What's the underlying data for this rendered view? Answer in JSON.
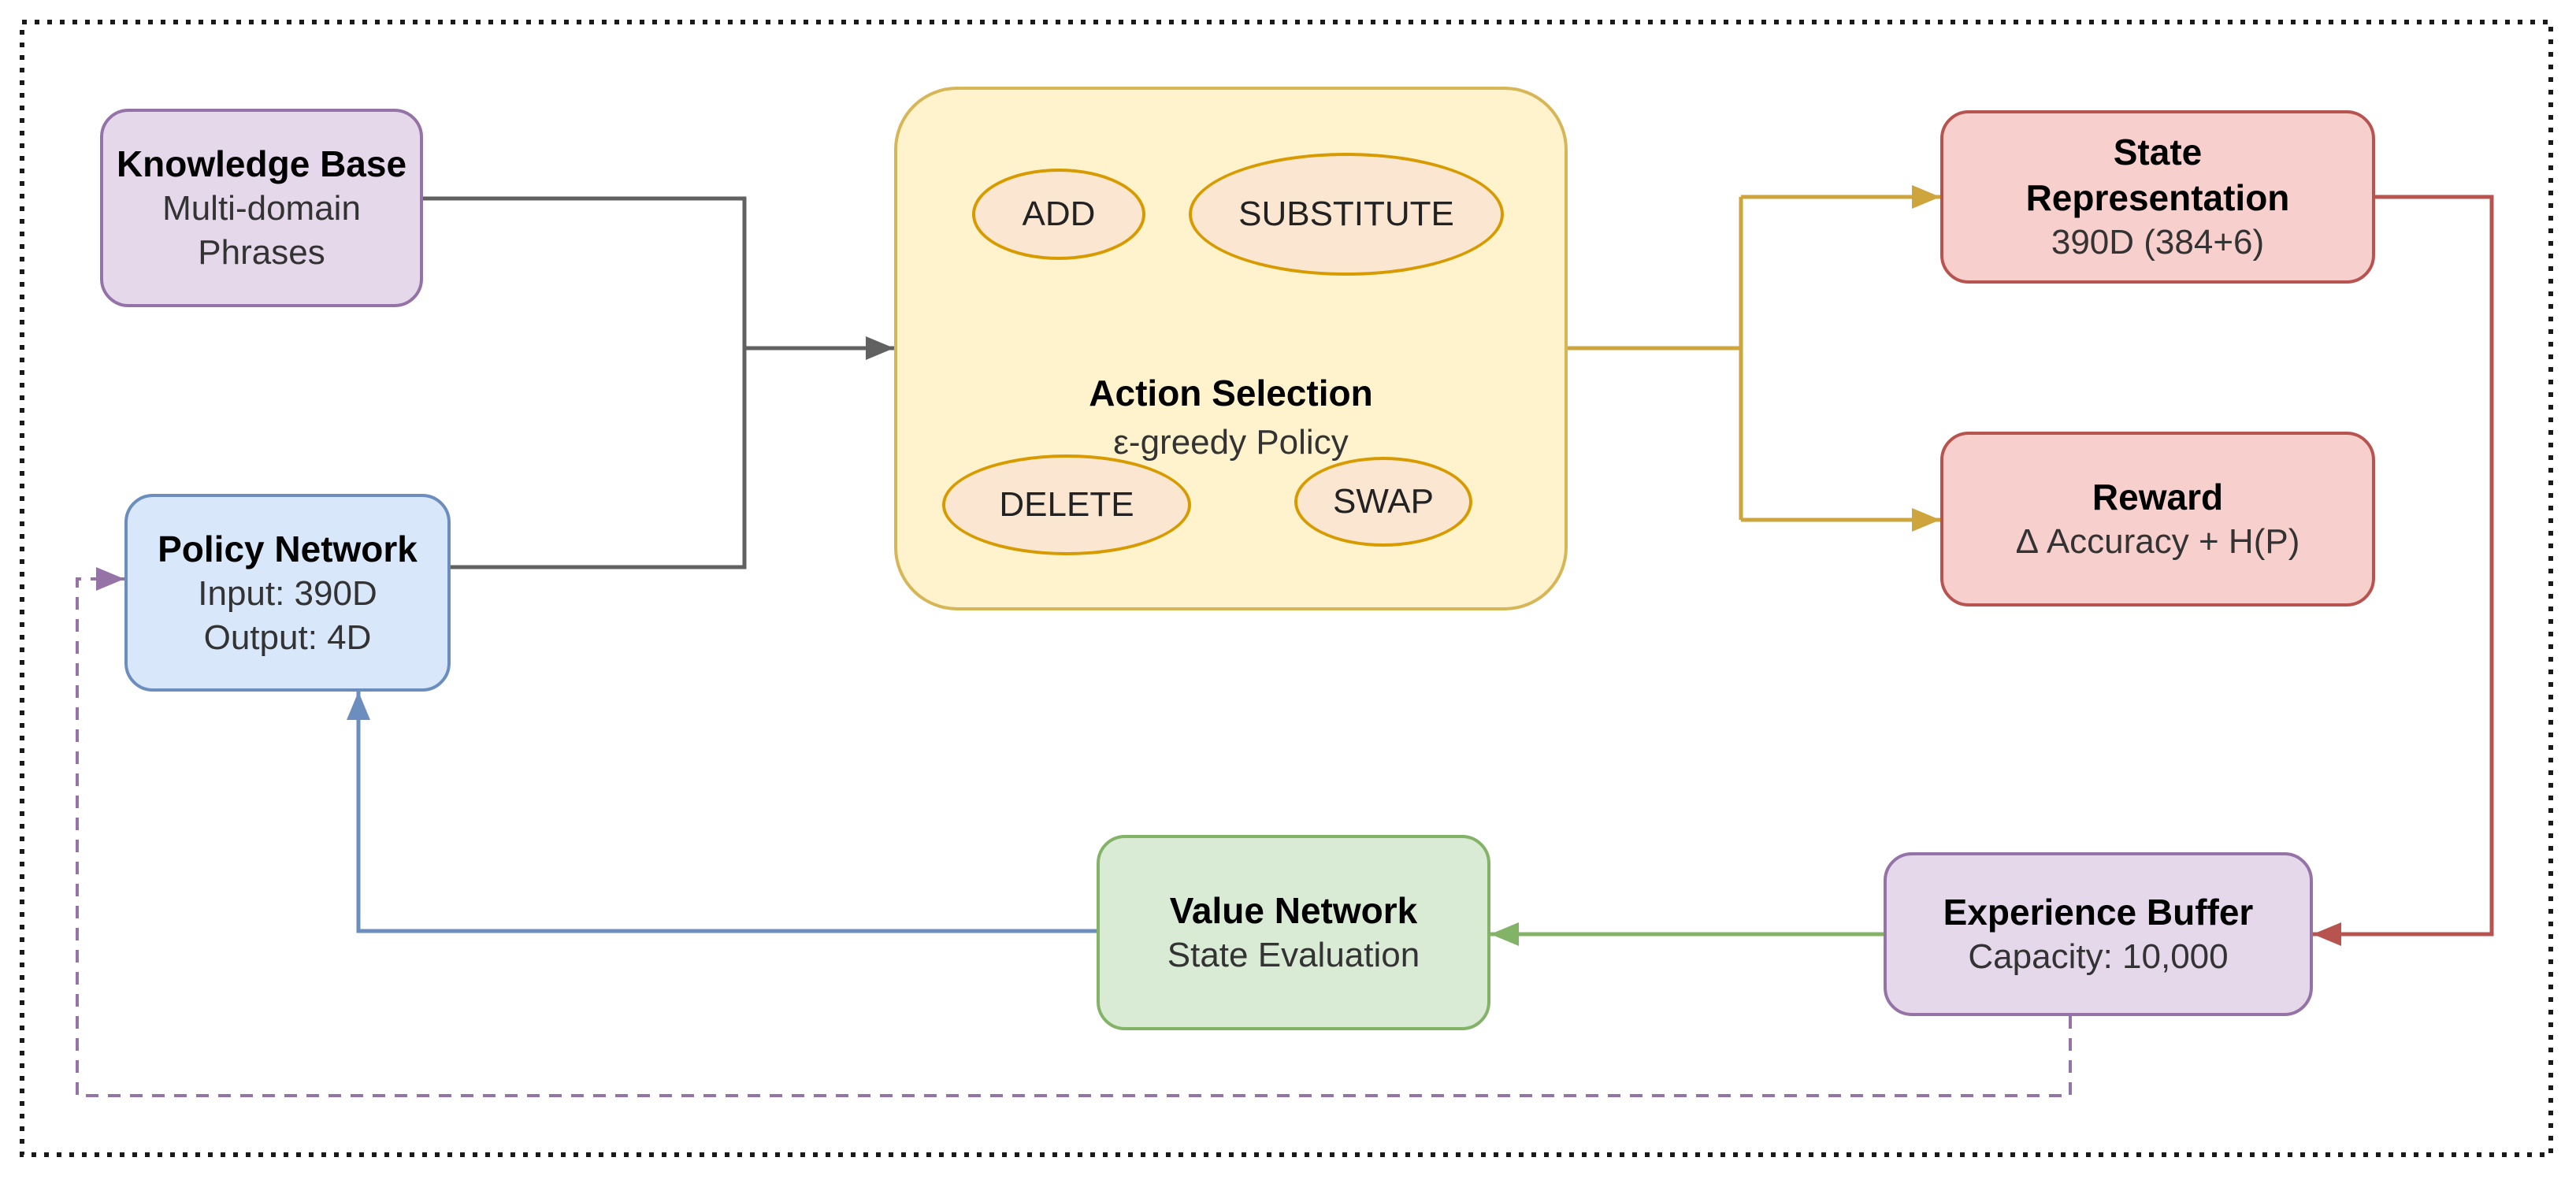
{
  "figure": {
    "type": "flowchart",
    "background": "#ffffff",
    "border_style": "dotted"
  },
  "palette": {
    "borderDots": "#1a1a1a",
    "purpleFill": "#E5D8EB",
    "purpleStroke": "#9673A6",
    "blueFill": "#D9E7FA",
    "blueStroke": "#6C8EBF",
    "yellowFill": "#FFF3CE",
    "yellowStroke": "#D6B656",
    "ovalFill": "#FBE7D1",
    "ovalStroke": "#D79B00",
    "redFill": "#F7CFCC",
    "redStroke": "#B85450",
    "greenFill": "#D9EAD5",
    "greenStroke": "#82B366",
    "grayLine": "#616161",
    "goldLine": "#CEA53D",
    "titleText": "#000000",
    "bodyText": "#333333"
  },
  "nodes": {
    "knowledge_base": {
      "title": "Knowledge Base",
      "subtitle": "Multi-domain Phrases"
    },
    "policy_network": {
      "title": "Policy Network",
      "line1": "Input: 390D",
      "line2": "Output: 4D"
    },
    "action_selection": {
      "title": "Action Selection",
      "subtitle": "ε-greedy Policy",
      "actions": {
        "add": "ADD",
        "substitute": "SUBSTITUTE",
        "delete": "DELETE",
        "swap": "SWAP"
      }
    },
    "state_representation": {
      "title": "State Representation",
      "subtitle": "390D (384+6)"
    },
    "reward": {
      "title": "Reward",
      "subtitle": "Δ Accuracy + H(P)"
    },
    "value_network": {
      "title": "Value Network",
      "subtitle": "State Evaluation"
    },
    "experience_buffer": {
      "title": "Experience Buffer",
      "subtitle": "Capacity: 10,000"
    }
  },
  "connectors": [
    {
      "from": "knowledge_base",
      "to": "action_selection",
      "color": "gray",
      "style": "solid"
    },
    {
      "from": "policy_network",
      "to": "action_selection",
      "color": "gray",
      "style": "solid"
    },
    {
      "from": "action_selection",
      "to": "state_representation",
      "color": "gold",
      "style": "solid"
    },
    {
      "from": "action_selection",
      "to": "reward",
      "color": "gold",
      "style": "solid"
    },
    {
      "from": "state_representation",
      "to": "experience_buffer",
      "color": "red",
      "style": "solid"
    },
    {
      "from": "experience_buffer",
      "to": "value_network",
      "color": "green",
      "style": "solid"
    },
    {
      "from": "value_network",
      "to": "policy_network",
      "color": "blue",
      "style": "solid"
    },
    {
      "from": "experience_buffer",
      "to": "policy_network",
      "color": "purple",
      "style": "dashed"
    }
  ]
}
